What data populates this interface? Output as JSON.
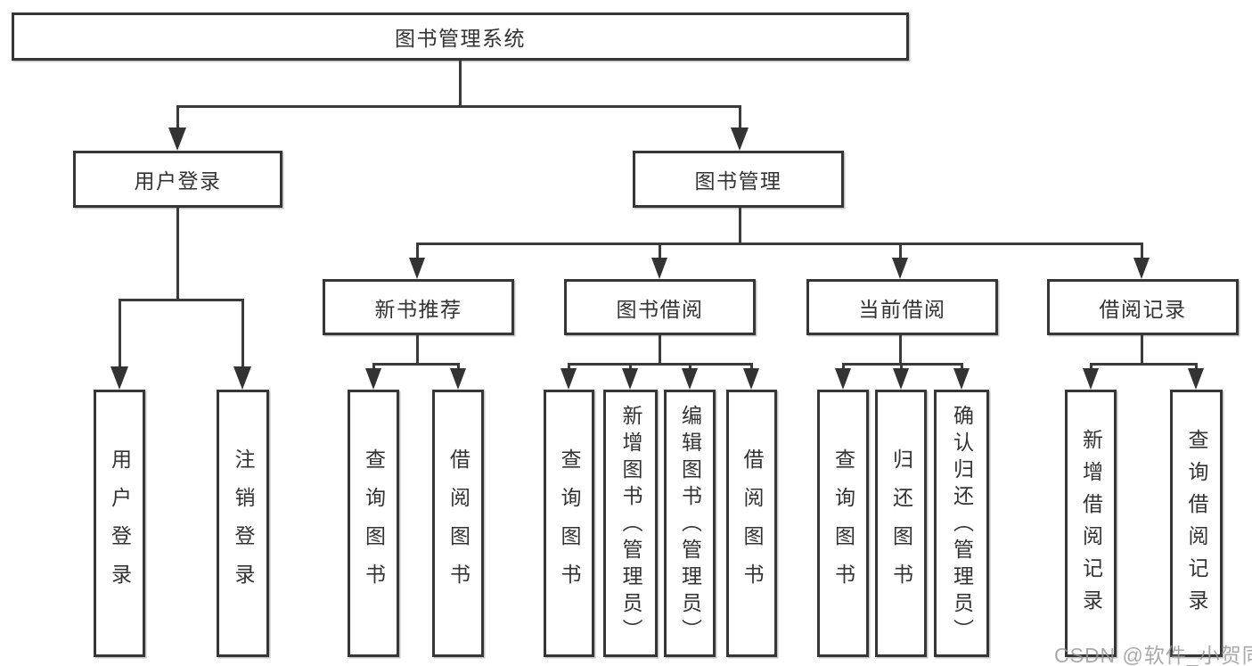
{
  "tree": {
    "root": "图书管理系统",
    "login": {
      "label": "用户登录",
      "children": [
        "用户登录",
        "注销登录"
      ]
    },
    "management": {
      "label": "图书管理",
      "modules": [
        {
          "label": "新书推荐",
          "children": [
            "查询图书",
            "借阅图书"
          ]
        },
        {
          "label": "图书借阅",
          "children": [
            "查询图书",
            "新增图书（管理员）",
            "编辑图书（管理员）",
            "借阅图书"
          ]
        },
        {
          "label": "当前借阅",
          "children": [
            "查询图书",
            "归还图书",
            "确认归还（管理员）"
          ]
        },
        {
          "label": "借阅记录",
          "children": [
            "新增借阅记录",
            "查询借阅记录"
          ]
        }
      ]
    }
  },
  "watermark": "CSDN @软件_小贺同学",
  "colors": {
    "background": "#ffffff",
    "box_border": "#363636",
    "connector_line": "#3b3b3b",
    "text": "#333333",
    "watermark_text": "#969696"
  }
}
